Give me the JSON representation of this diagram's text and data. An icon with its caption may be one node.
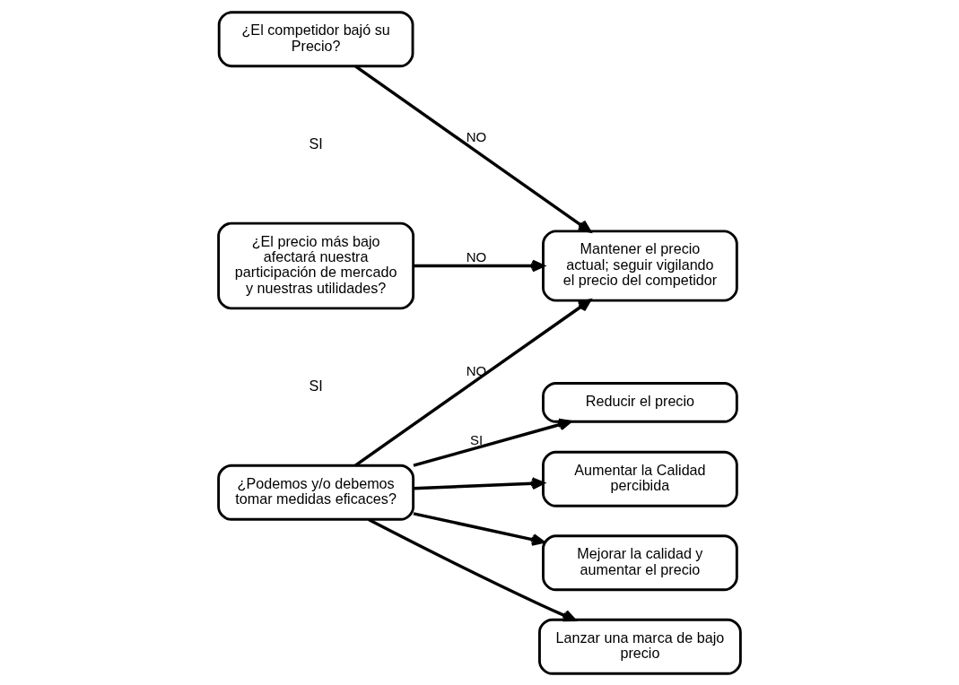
{
  "diagram": {
    "nodes": [
      {
        "text": [
          "¿El competidor bajó su Precio?"
        ]
      },
      {
        "text": [
          "Mantener el precio actual; seguir vigilando el precio del competidor"
        ]
      },
      {
        "text": [
          "¿El precio más bajo afectará nuestra participación de mercado y nuestras utilidades?"
        ]
      },
      {
        "text": [
          "¿Podemos y/o debemos tomar medidas eficaces?"
        ]
      },
      {
        "text": [
          "Reducir el precio"
        ]
      },
      {
        "text": [
          "Aumentar la Calidad percibida"
        ]
      },
      {
        "text": [
          "Mejorar la calidad y aumentar el precio"
        ]
      },
      {
        "text": [
          "Lanzar una marca de bajo precio"
        ]
      }
    ],
    "edges": [
      {
        "from": 0,
        "to": 1,
        "arrow": "to",
        "label": "NO"
      },
      {
        "from": 2,
        "to": 1,
        "arrow": "to",
        "label": "NO"
      },
      {
        "from": 3,
        "to": 1,
        "arrow": "to",
        "label": "NO"
      },
      {
        "from": 3,
        "to": 4,
        "arrow": "to",
        "label": "SI"
      },
      {
        "from": 3,
        "to": 5,
        "arrow": "to"
      },
      {
        "from": 3,
        "to": 6,
        "arrow": "to"
      },
      {
        "from": 3,
        "to": 7,
        "arrow": "to"
      }
    ],
    "labels": [
      "SI",
      "SI"
    ]
  }
}
